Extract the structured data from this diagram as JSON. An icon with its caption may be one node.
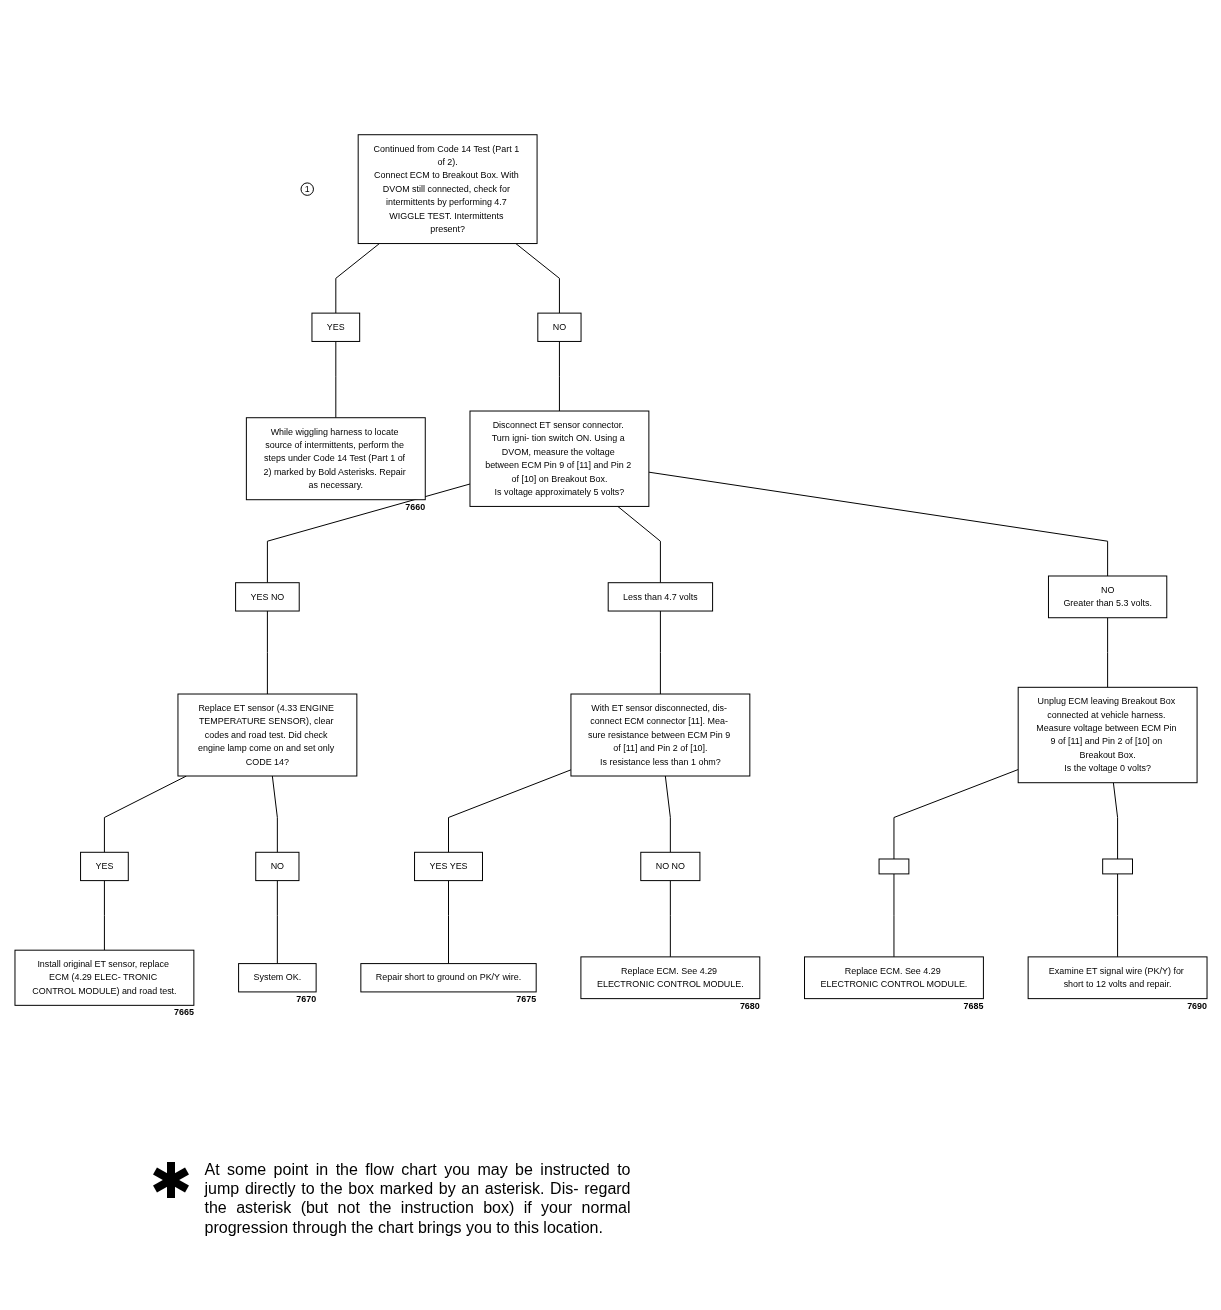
{
  "diagram": {
    "nodes": [
      {
        "text": [
          "1"
        ]
      },
      {
        "text": [
          "Continued from Code 14 Test (Part 1 of 2).",
          "Connect ECM to Breakout Box. With DVOM still connected, check for intermittents by performing 4.7 WIGGLE TEST. Intermittents present?"
        ]
      },
      {
        "text": [
          "YES"
        ]
      },
      {
        "text": [
          "NO"
        ]
      },
      {
        "text": [
          "While wiggling harness to locate source of intermittents, perform the steps under Code 14 Test (Part 1 of 2) marked by Bold Asterisks. Repair as necessary."
        ],
        "beside": [
          "7660"
        ]
      },
      {
        "text": [
          "Disconnect ET sensor connector. Turn igni- tion switch ON. Using a DVOM, measure the voltage between ECM Pin 9 of [11] and Pin 2 of [10] on Breakout Box.",
          "Is voltage approximately 5 volts?"
        ]
      },
      {
        "text": [
          "YES NO"
        ]
      },
      {
        "text": [
          "Less than 4.7 volts"
        ]
      },
      {
        "text": [
          "NO",
          "Greater than 5.3 volts."
        ]
      },
      {
        "text": [
          "Replace ET sensor (4.33 ENGINE TEMPERATURE SENSOR), clear codes and road test. Did check engine lamp come on and set only CODE 14?"
        ]
      },
      {
        "text": [
          "With ET sensor disconnected, dis- connect ECM connector [11]. Mea- sure resistance between ECM Pin 9 of [11] and Pin 2 of [10].",
          "Is resistance less than 1 ohm?"
        ]
      },
      {
        "text": [
          "Unplug ECM leaving Breakout Box connected at vehicle harness. Measure voltage between ECM Pin 9 of [11] and Pin 2 of [10] on Breakout Box.",
          "Is the voltage 0 volts?"
        ]
      },
      {
        "text": [
          "YES"
        ]
      },
      {
        "text": [
          "NO"
        ]
      },
      {
        "text": [
          "YES YES"
        ]
      },
      {
        "text": [
          "NO NO"
        ]
      },
      {
        "text": [],
        "shape": "box"
      },
      {
        "text": [],
        "shape": "box"
      },
      {
        "text": [
          "Install original ET sensor, replace ECM (4.29 ELEC- TRONIC CONTROL MODULE) and road test."
        ],
        "beside": [
          "7665"
        ]
      },
      {
        "text": [
          "System OK."
        ],
        "beside": [
          "7670"
        ]
      },
      {
        "text": [
          "Repair short to ground on PK/Y wire."
        ],
        "beside": [
          "7675"
        ]
      },
      {
        "text": [
          "Replace ECM. See 4.29 ELECTRONIC CONTROL MODULE."
        ],
        "beside": [
          "7680"
        ]
      },
      {
        "text": [
          "Replace ECM. See 4.29 ELECTRONIC CONTROL MODULE."
        ],
        "beside": [
          "7685"
        ]
      },
      {
        "text": [
          "Examine ET signal wire (PK/Y) for short to 12 volts and repair."
        ],
        "beside": [
          "7690"
        ]
      }
    ],
    "edges": [
      {
        "from": 1,
        "to": 2,
        "arrow": "none"
      },
      {
        "from": 1,
        "to": 3,
        "arrow": "none"
      },
      {
        "from": 2,
        "to": 4,
        "arrow": "none"
      },
      {
        "from": 3,
        "to": 5,
        "arrow": "none"
      },
      {
        "from": 5,
        "to": 6,
        "arrow": "none"
      },
      {
        "from": 5,
        "to": 7,
        "arrow": "none"
      },
      {
        "from": 5,
        "to": 8,
        "arrow": "none"
      },
      {
        "from": 6,
        "to": 9,
        "arrow": "none"
      },
      {
        "from": 7,
        "to": 10,
        "arrow": "none"
      },
      {
        "from": 8,
        "to": 11,
        "arrow": "none"
      },
      {
        "from": 9,
        "to": 12,
        "arrow": "none"
      },
      {
        "from": 9,
        "to": 13,
        "arrow": "none"
      },
      {
        "from": 12,
        "to": 18,
        "arrow": "none"
      },
      {
        "from": 13,
        "to": 19,
        "arrow": "none"
      },
      {
        "from": 10,
        "to": 14,
        "arrow": "none"
      },
      {
        "from": 10,
        "to": 15,
        "arrow": "none"
      },
      {
        "from": 14,
        "to": 20,
        "arrow": "none"
      },
      {
        "from": 15,
        "to": 21,
        "arrow": "none"
      },
      {
        "from": 11,
        "to": 16,
        "arrow": "none"
      },
      {
        "from": 11,
        "to": 17,
        "arrow": "none"
      },
      {
        "from": 16,
        "to": 22,
        "arrow": "none"
      },
      {
        "from": 17,
        "to": 23,
        "arrow": "none"
      }
    ],
    "labels": [
      "At some point in the flow chart you may be instructed to jump directly to the box marked by an asterisk. Dis- regard the asterisk (but not the instruction box) if your normal progression through the chart brings you to this location."
    ]
  }
}
